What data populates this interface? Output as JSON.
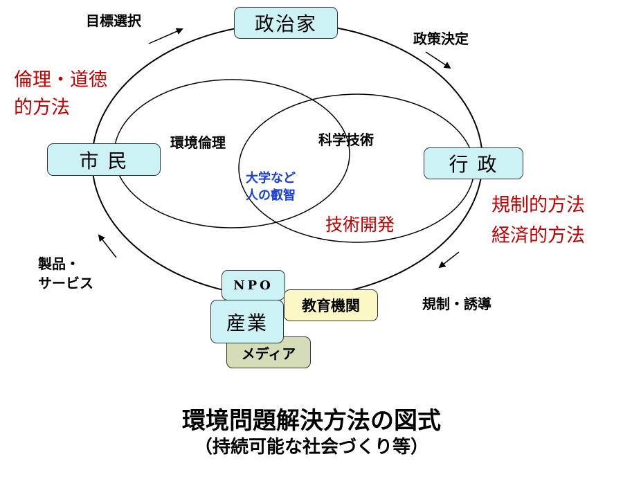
{
  "nodes": {
    "politician": "政治家",
    "citizen": "市 民",
    "administration": "行 政",
    "npo": "NPO",
    "industry": "産業",
    "education": "教育機関",
    "media": "メディア"
  },
  "inner": {
    "ethics": "環境倫理",
    "science": "科学技術",
    "wisdom_line1": "大学など",
    "wisdom_line2": "人の叡智",
    "tech_dev": "技術開発"
  },
  "flows": {
    "goal_selection": "目標選択",
    "policy_decision": "政策決定",
    "regulation_induction": "規制・誘導",
    "products_line1": "製品・",
    "products_line2": "サービス"
  },
  "methods": {
    "ethics_line1": "倫理・道徳",
    "ethics_line2": "的方法",
    "regulatory_line1": "規制的方法",
    "regulatory_line2": "経済的方法"
  },
  "title": "環境問題解決方法の図式",
  "subtitle": "（持続可能な社会づくり等）",
  "colors": {
    "node_fill": "#ccf2f6",
    "education_fill": "#fbf8c6",
    "media_fill": "#d5dcb8",
    "method_text": "#c00000",
    "wisdom_text": "#1a3fd6"
  }
}
